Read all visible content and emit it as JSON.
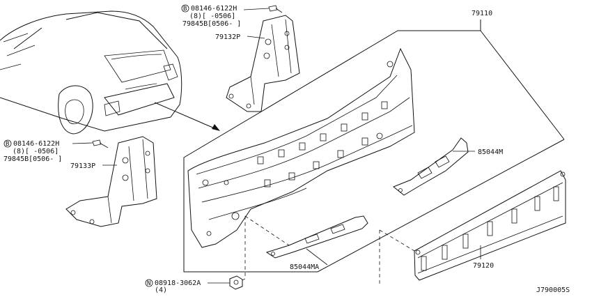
{
  "diagram": {
    "figure_code": "J790005S",
    "callouts": {
      "bolt_top": {
        "marker": "B",
        "part": "08146-6122H",
        "qty_date": "(8)[ -0506]",
        "alt": "79845B[0506-  ]"
      },
      "bolt_left": {
        "marker": "B",
        "part": "08146-6122H",
        "qty_date": "(8)[ -0506]",
        "alt": "79845B[0506-  ]"
      },
      "nut": {
        "marker": "N",
        "part": "08918-3062A",
        "qty": "(4)"
      }
    },
    "parts": {
      "panel": "79110",
      "bracket_right": "79132P",
      "bracket_left": "79133P",
      "reinf_upper": "85044M",
      "reinf_lower": "85044MA",
      "finisher": "79120"
    }
  }
}
